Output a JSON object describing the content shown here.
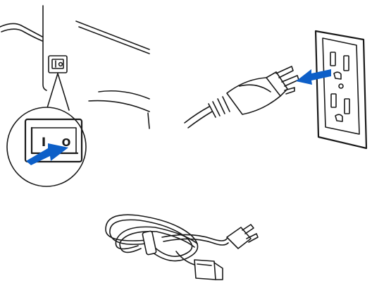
{
  "colors": {
    "arrow": "#0d5fc8",
    "line": "#1a1a1a",
    "background": "#ffffff"
  },
  "switch": {
    "on_symbol": "I",
    "off_symbol": "O",
    "state": "off"
  },
  "icons": [
    "power-switch-icon",
    "magnifier-callout",
    "push-arrow-icon",
    "power-plug-icon",
    "wall-outlet-icon",
    "unplug-arrow-icon",
    "coiled-power-cord-icon"
  ]
}
